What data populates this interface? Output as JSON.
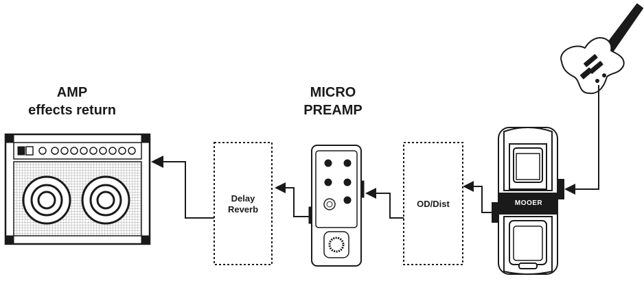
{
  "amp": {
    "line1": "AMP",
    "line2": "effects return"
  },
  "preamp": {
    "line1": "MICRO",
    "line2": "PREAMP"
  },
  "delay_box": {
    "line1": "Delay",
    "line2": "Reverb"
  },
  "od_box": {
    "label": "OD/Dist"
  },
  "tuner_pedal": {
    "brand": "MOOER"
  },
  "colors": {
    "line": "#1a1a1a",
    "grille": "#555555"
  }
}
